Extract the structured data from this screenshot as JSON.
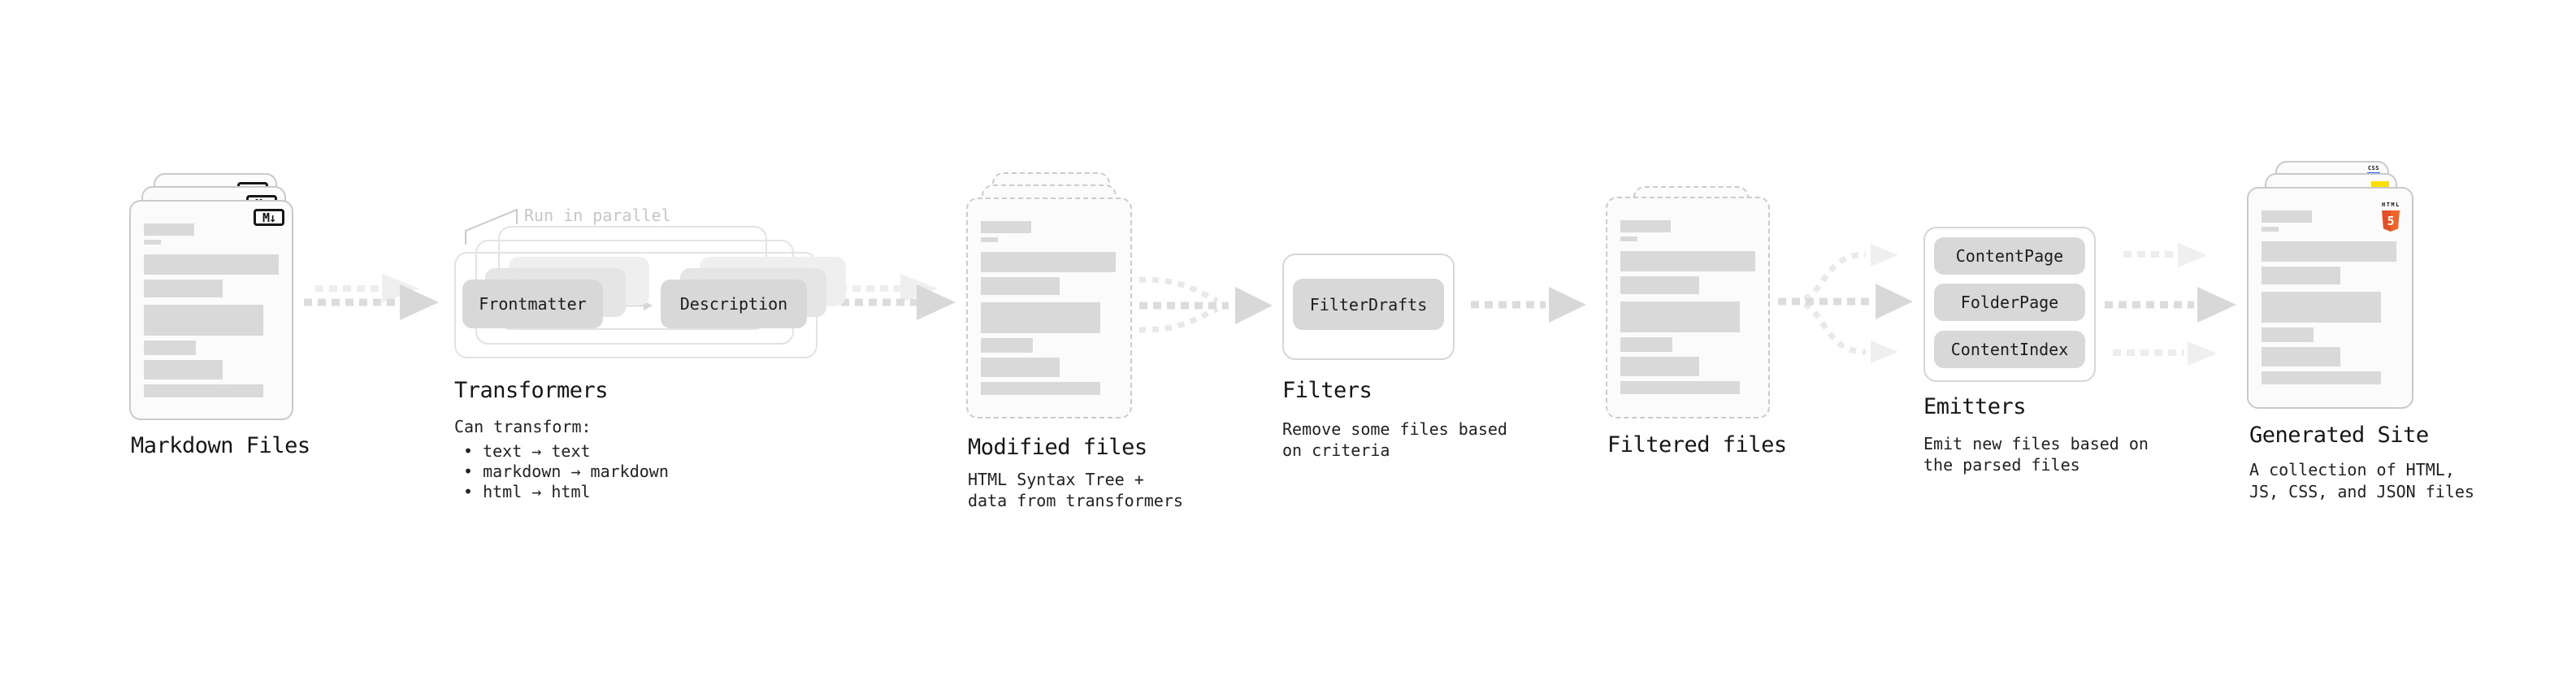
{
  "diagram": {
    "markdown_files": {
      "label": "Markdown Files",
      "badge": "M↓"
    },
    "transformers": {
      "annotation": "Run in parallel",
      "chip_left": "Frontmatter",
      "chip_right": "Description",
      "label": "Transformers",
      "desc_heading": "Can transform:",
      "bullets": [
        "• text → text",
        "• markdown → markdown",
        "• html → html"
      ]
    },
    "modified_files": {
      "label": "Modified files",
      "desc": [
        "HTML Syntax Tree +",
        "data from transformers"
      ]
    },
    "filters": {
      "chip": "FilterDrafts",
      "label": "Filters",
      "desc": [
        "Remove some files based",
        "on criteria"
      ]
    },
    "filtered_files": {
      "label": "Filtered files"
    },
    "emitters": {
      "chips": [
        "ContentPage",
        "FolderPage",
        "ContentIndex"
      ],
      "label": "Emitters",
      "desc": [
        "Emit new files based on",
        "the parsed files"
      ]
    },
    "generated_site": {
      "label": "Generated Site",
      "badge_css": "CSS",
      "badge_html_word": "HTML",
      "badge_html_number": "5",
      "desc": [
        "A collection of HTML,",
        "JS, CSS, and JSON files"
      ]
    },
    "colors": {
      "html5_orange": "#e34f26",
      "js_yellow": "#ffdf00",
      "css_blue": "#2965f1",
      "arrow_dark": "#dcdcdc",
      "arrow_light": "#ededed",
      "chip_gray": "#d8d8d8"
    }
  }
}
